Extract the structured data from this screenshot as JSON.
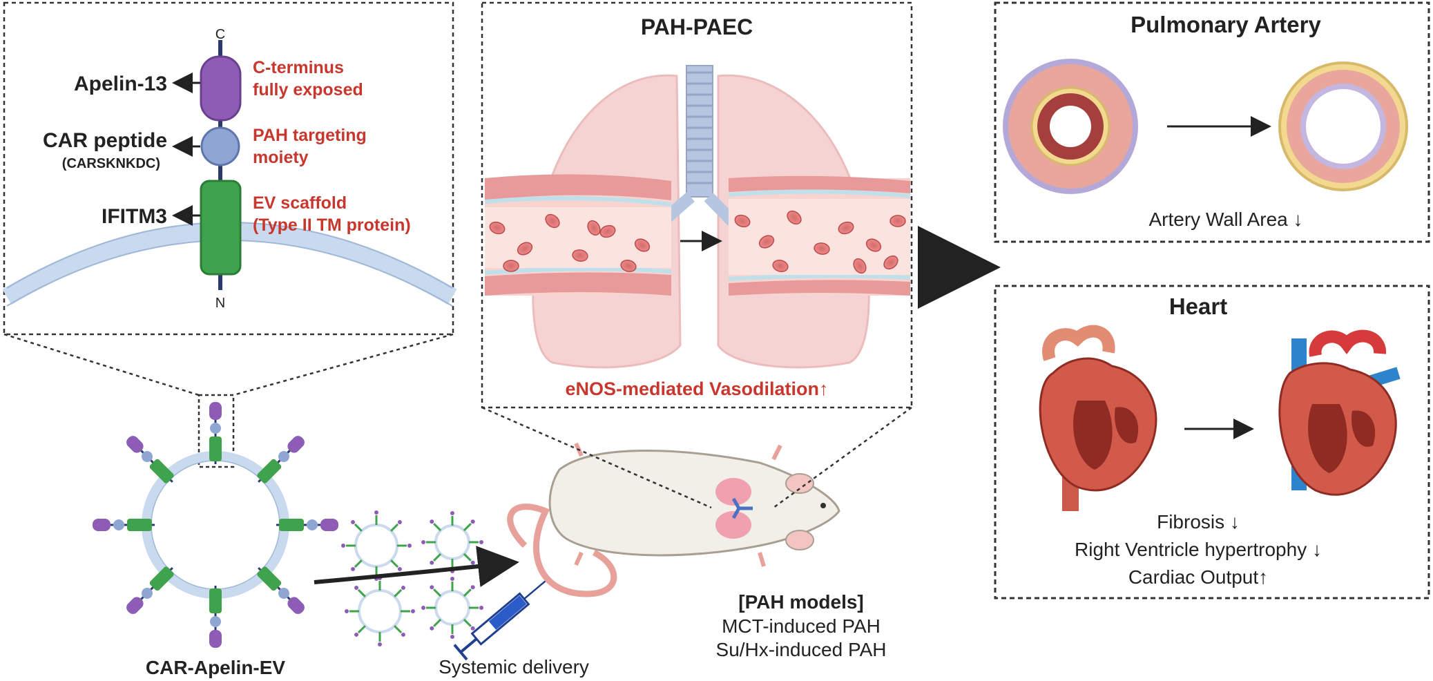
{
  "construct": {
    "c_end": "C",
    "n_end": "N",
    "apelin_label": "Apelin-13",
    "apelin_desc": [
      "C-terminus",
      "fully exposed"
    ],
    "car_label": "CAR peptide",
    "car_seq": "(CARSKNKDC)",
    "car_desc": [
      "PAH targeting",
      "moiety"
    ],
    "ifitm_label": "IFITM3",
    "ifitm_desc": [
      "EV scaffold",
      "(Type II TM protein)"
    ]
  },
  "ev": {
    "label": "CAR-Apelin-EV"
  },
  "delivery": {
    "label": "Systemic delivery"
  },
  "paec": {
    "title": "PAH-PAEC",
    "caption": "eNOS-mediated Vasodilation↑"
  },
  "models": {
    "title": "[PAH models]",
    "items": [
      "MCT-induced PAH",
      "Su/Hx-induced PAH"
    ]
  },
  "artery": {
    "title": "Pulmonary Artery",
    "caption": "Artery Wall Area ↓"
  },
  "heart": {
    "title": "Heart",
    "outcomes": [
      "Fibrosis ↓",
      "Right Ventricle hypertrophy ↓",
      "Cardiac Output↑"
    ]
  },
  "colors": {
    "apelin": "#8e5cb5",
    "car": "#8fa6d4",
    "ifitm": "#3fa34d",
    "accent_red": "#c8372d",
    "membrane": "#c9d9ee",
    "lung": "#f6d3d3"
  }
}
